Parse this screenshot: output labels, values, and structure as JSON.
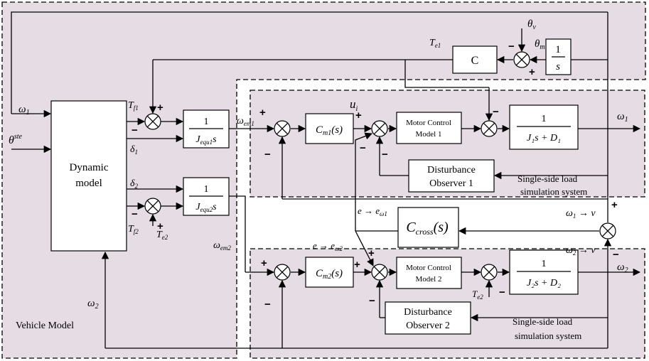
{
  "regions": {
    "vehicle": "Vehicle Model",
    "load1": [
      "Single-side load",
      "simulation system"
    ],
    "load2": [
      "Single-side load",
      "simulation system"
    ]
  },
  "blocks": {
    "dynamic": [
      "Dynamic",
      "model"
    ],
    "c_block": "C",
    "integrator": {
      "num": "1",
      "den": "s"
    },
    "jequ1": {
      "num": "1",
      "den_main": "J",
      "den_sub": "equ1",
      "den_tail": "s"
    },
    "jequ2": {
      "num": "1",
      "den_main": "J",
      "den_sub": "equ2",
      "den_tail": "s"
    },
    "cm1": {
      "main": "C",
      "sub": "m1",
      "tail": "(s)"
    },
    "cm2": {
      "main": "C",
      "sub": "m2",
      "tail": "(s)"
    },
    "mc1": [
      "Motor Control",
      "Model 1"
    ],
    "mc2": [
      "Motor Control",
      "Model 2"
    ],
    "plant1": {
      "num": "1",
      "den": "J₁s + D₁"
    },
    "plant2": {
      "num": "1",
      "den": "J₂s + D₂"
    },
    "obs1": [
      "Disturbance",
      "Observer 1"
    ],
    "obs2": [
      "Disturbance",
      "Observer 2"
    ],
    "ccross": {
      "main": "C",
      "sub": "cross",
      "tail": "(s)"
    }
  },
  "signals": {
    "omega1_in": {
      "main": "ω",
      "sub": "1"
    },
    "theta_ste": {
      "main": "θ",
      "sup": "ste"
    },
    "tf1": {
      "main": "T",
      "sub": "f1"
    },
    "delta1": {
      "main": "δ",
      "sub": "1"
    },
    "delta2": {
      "main": "δ",
      "sub": "2"
    },
    "tf2": {
      "main": "T",
      "sub": "f2"
    },
    "te2_left": {
      "main": "T",
      "sub": "e2"
    },
    "omega_em1": {
      "main": "ω",
      "sub": "em1"
    },
    "omega_em2": {
      "main": "ω",
      "sub": "em2"
    },
    "omega2_in": {
      "main": "ω",
      "sub": "2"
    },
    "te1": {
      "main": "T",
      "sub": "e1"
    },
    "theta_v": {
      "main": "θ",
      "sub": "v"
    },
    "theta_m": {
      "main": "θ",
      "sub": "m"
    },
    "ui": {
      "main": "u",
      "sub": "i"
    },
    "omega1_out": {
      "main": "ω",
      "sub": "1"
    },
    "omega2_out": {
      "main": "ω",
      "sub": "2"
    },
    "e_w1": {
      "pre": "e → e",
      "sub": "ω1"
    },
    "e_w2": {
      "pre": "e → e",
      "sub": "ω2"
    },
    "w1v": {
      "main": "ω",
      "sub": "1",
      "tail": " → v"
    },
    "w2v": {
      "main": "ω",
      "sub": "2",
      "tail": " → v"
    },
    "te2_right": {
      "main": "T",
      "sub": "e2"
    }
  }
}
